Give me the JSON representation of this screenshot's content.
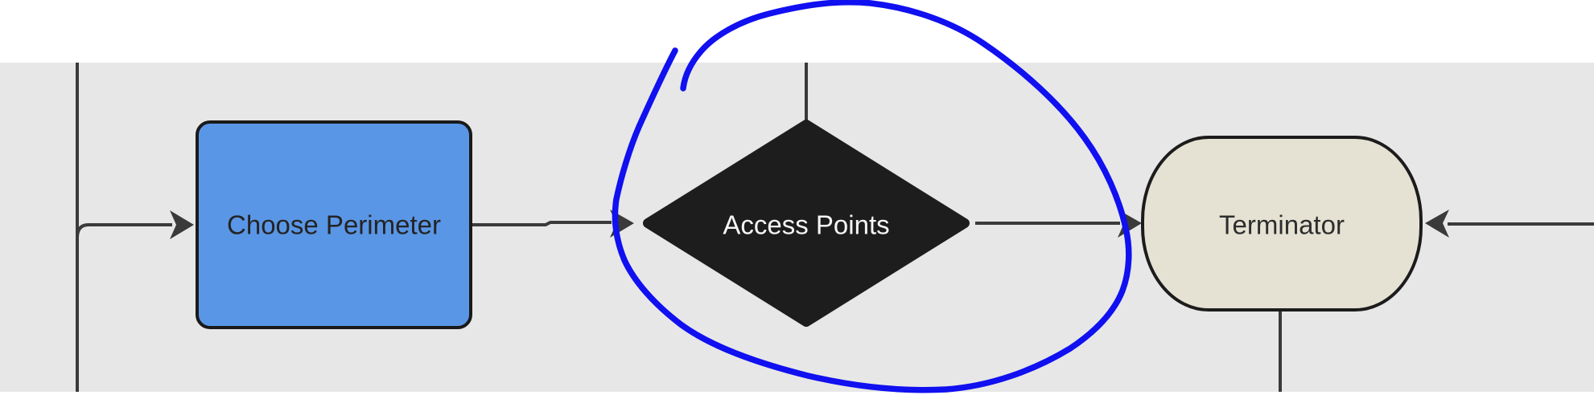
{
  "canvas": {
    "kind": "flowchart-diagram",
    "page_background": "#ffffff",
    "surface_background": "#e7e7e7"
  },
  "colors": {
    "connector": "#3a3a3a",
    "annotation_ink": "#1010f0",
    "process_fill": "#5a96e6",
    "process_border": "#1a1a1a",
    "process_text": "#242424",
    "decision_fill": "#1d1d1d",
    "decision_text": "#f5f5f5",
    "terminator_fill": "#e5e2d4",
    "terminator_border": "#1c1c1c",
    "terminator_text": "#2d2d2d"
  },
  "nodes": {
    "process": {
      "label": "Choose Perimeter",
      "shape": "rounded-rectangle"
    },
    "decision": {
      "label": "Access Points",
      "shape": "diamond"
    },
    "terminator": {
      "label": "Terminator",
      "shape": "terminator"
    }
  },
  "annotation": {
    "shape": "freehand-circle",
    "target": "Access Points"
  }
}
